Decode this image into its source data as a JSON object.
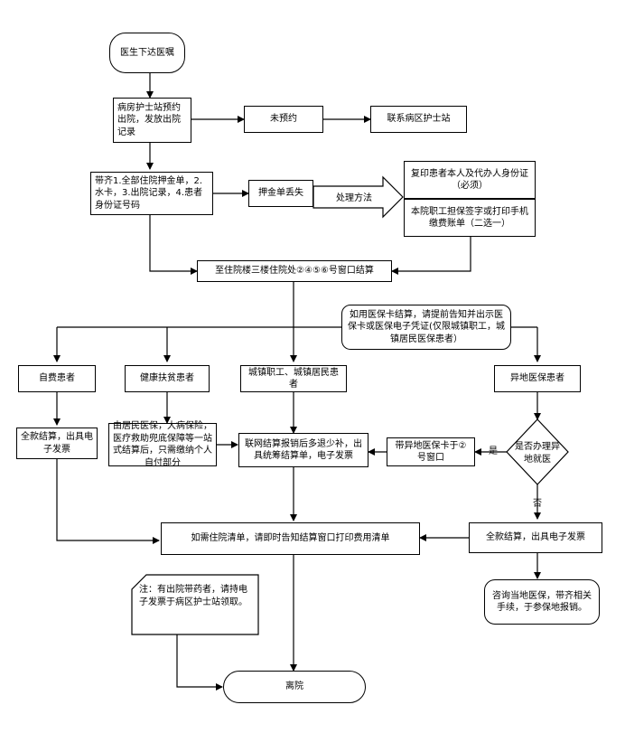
{
  "nodes": {
    "start": "医生下达医嘱",
    "nurse_station": "病房护士站预约出院，发放出院记录",
    "not_booked": "未预约",
    "contact_nurse": "联系病区护士站",
    "bring_docs": "带齐1.全部住院押金单，2.水卡，3.出院记录，4.患者身份证号码",
    "lost_deposit": "押金单丢失",
    "copy_id": "复印患者本人及代办人身份证（必须）",
    "staff_sign": "本院职工担保签字或打印手机缴费账单（二选一）",
    "settle_window": "至住院楼三楼住院处②④⑤⑥号窗口结算",
    "insurance_card_note": "如用医保卡结算，请提前告知并出示医保卡或医保电子凭证(仅限城镇职工，城镇居民医保患者）",
    "self_pay": "自费患者",
    "poverty": "健康扶贫患者",
    "urban": "城镇职工、城镇居民患者",
    "other_region": "异地医保患者",
    "full_pay_receipt": "全款结算，出具电子发票",
    "poverty_detail": "由居民医保，大病保险，医疗救助兜底保障等一站式结算后，只需缴纳个人自付部分",
    "network_settle": "联网结算报销后多退少补，出具统筹结算单，电子发票",
    "bring_remote_card": "带异地医保卡于②号窗口",
    "handle_remote": "是否办理异地就医",
    "full_pay_receipt2": "全款结算，出具电子发票",
    "print_list": "如需住院清单，请即时告知结算窗口打印费用清单",
    "consult": "咨询当地医保，带齐相关手续，于参保地报销。",
    "note": "注：有出院带药者，请持电子发票于病区护士站领取。",
    "end": "离院"
  },
  "labels": {
    "method": "处理方法",
    "yes": "是",
    "no": "否"
  }
}
